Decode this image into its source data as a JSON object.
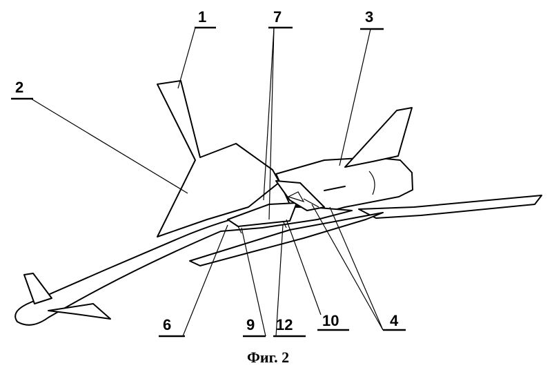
{
  "figure": {
    "caption": "Фиг. 2",
    "labels": {
      "l1": "1",
      "l2": "2",
      "l3": "3",
      "l4": "4",
      "l6": "6",
      "l7": "7",
      "l9": "9",
      "l10": "10",
      "l12": "12"
    }
  }
}
